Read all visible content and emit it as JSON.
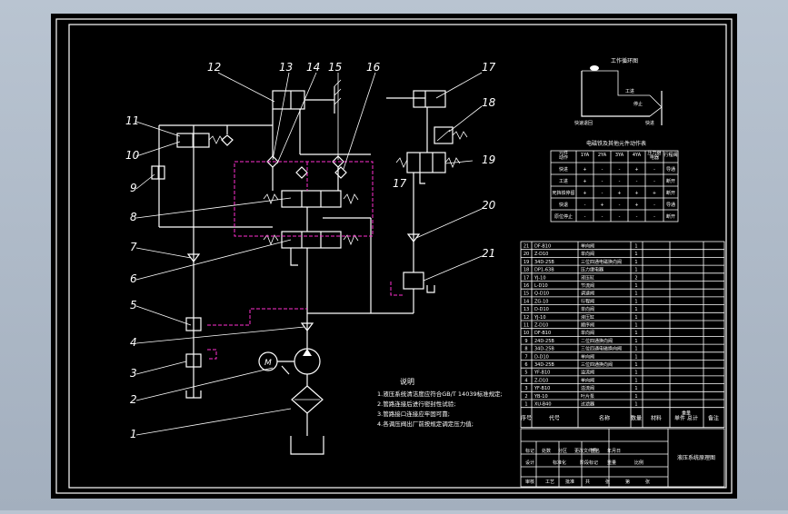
{
  "labels": {
    "n1": "1",
    "n2": "2",
    "n3": "3",
    "n4": "4",
    "n5": "5",
    "n6": "6",
    "n7": "7",
    "n8": "8",
    "n9": "9",
    "n10": "10",
    "n11": "11",
    "n12": "12",
    "n13": "13",
    "n14": "14",
    "n15": "15",
    "n16": "16",
    "n17": "17",
    "n17b": "17",
    "n18": "18",
    "n19": "19",
    "n20": "20",
    "n21": "21"
  },
  "motor_label": "M",
  "cycle_diagram": {
    "title": "工作循环图",
    "rapid_back": "快速退回",
    "work": "工进",
    "rapid_forward": "快进",
    "stop": "停止"
  },
  "action_table": {
    "title": "电磁铁及其他元件动作表",
    "header": [
      "元件\n动作",
      "1YA",
      "2YA",
      "3YA",
      "4YA",
      "压力继\n电器",
      "行程阀"
    ],
    "rows": [
      [
        "快进",
        "+",
        "-",
        "-",
        "+",
        "-",
        "导通"
      ],
      [
        "工进",
        "+",
        "-",
        "-",
        "-",
        "-",
        "断开"
      ],
      [
        "死挡铁停留",
        "+",
        "-",
        "+",
        "+",
        "+",
        "断开"
      ],
      [
        "快退",
        "-",
        "+",
        "-",
        "+",
        "-",
        "导通"
      ],
      [
        "原位停止",
        "-",
        "-",
        "-",
        "-",
        "-",
        "断开"
      ]
    ]
  },
  "notes": {
    "heading": "说明",
    "lines": [
      "1.液压系统清洁度应符合GB/T 14039标准规定;",
      "2.管路连接后进行密封性试验;",
      "3.管路接口连接应牢固可靠;",
      "4.各调压阀出厂前按规定调定压力值;"
    ]
  },
  "parts_list": {
    "rows": [
      [
        "21",
        "DF-B10",
        "单向阀",
        "1"
      ],
      [
        "20",
        "Z-D10",
        "单向阀",
        "1"
      ],
      [
        "19",
        "34D-25B",
        "三位四通电磁换向阀",
        "1"
      ],
      [
        "18",
        "DP1-63B",
        "压力继电器",
        "1"
      ],
      [
        "17",
        "YJ-10",
        "液压缸",
        "2"
      ],
      [
        "16",
        "L-D10",
        "节流阀",
        "1"
      ],
      [
        "15",
        "Q-D10",
        "调速阀",
        "1"
      ],
      [
        "14",
        "ZG-10",
        "行程阀",
        "1"
      ],
      [
        "13",
        "D-D10",
        "单向阀",
        "1"
      ],
      [
        "12",
        "YJ-10",
        "液压缸",
        "1"
      ],
      [
        "11",
        "Z-D10",
        "顺序阀",
        "1"
      ],
      [
        "10",
        "DF-B10",
        "单向阀",
        "1"
      ],
      [
        "9",
        "24D-25B",
        "二位四通换向阀",
        "1"
      ],
      [
        "8",
        "34D-25B",
        "三位四通电磁换向阀",
        "1"
      ],
      [
        "7",
        "D-D10",
        "单向阀",
        "1"
      ],
      [
        "6",
        "34D-25B",
        "三位四通换向阀",
        "1"
      ],
      [
        "5",
        "YF-B10",
        "溢流阀",
        "1"
      ],
      [
        "4",
        "Z-D10",
        "单向阀",
        "1"
      ],
      [
        "3",
        "YF-B10",
        "溢流阀",
        "1"
      ],
      [
        "2",
        "YB-10",
        "叶片泵",
        "1"
      ],
      [
        "1",
        "XU-B40",
        "过滤器",
        "1"
      ]
    ],
    "header": [
      "序号",
      "代号",
      "名称",
      "数量",
      "材料",
      "单件",
      "总计",
      "备注"
    ],
    "weight_header": "重量"
  },
  "title_block": {
    "title": "液压系统原理图",
    "cells": [
      "标记",
      "处数",
      "分区",
      "更改文件号",
      "签名",
      "年月日"
    ],
    "cells2": [
      "设计",
      "标准化",
      "阶段标记",
      "重量",
      "比例"
    ],
    "cells3": [
      "审核",
      "工艺",
      "批准",
      "共",
      "张",
      "第",
      "张"
    ]
  }
}
